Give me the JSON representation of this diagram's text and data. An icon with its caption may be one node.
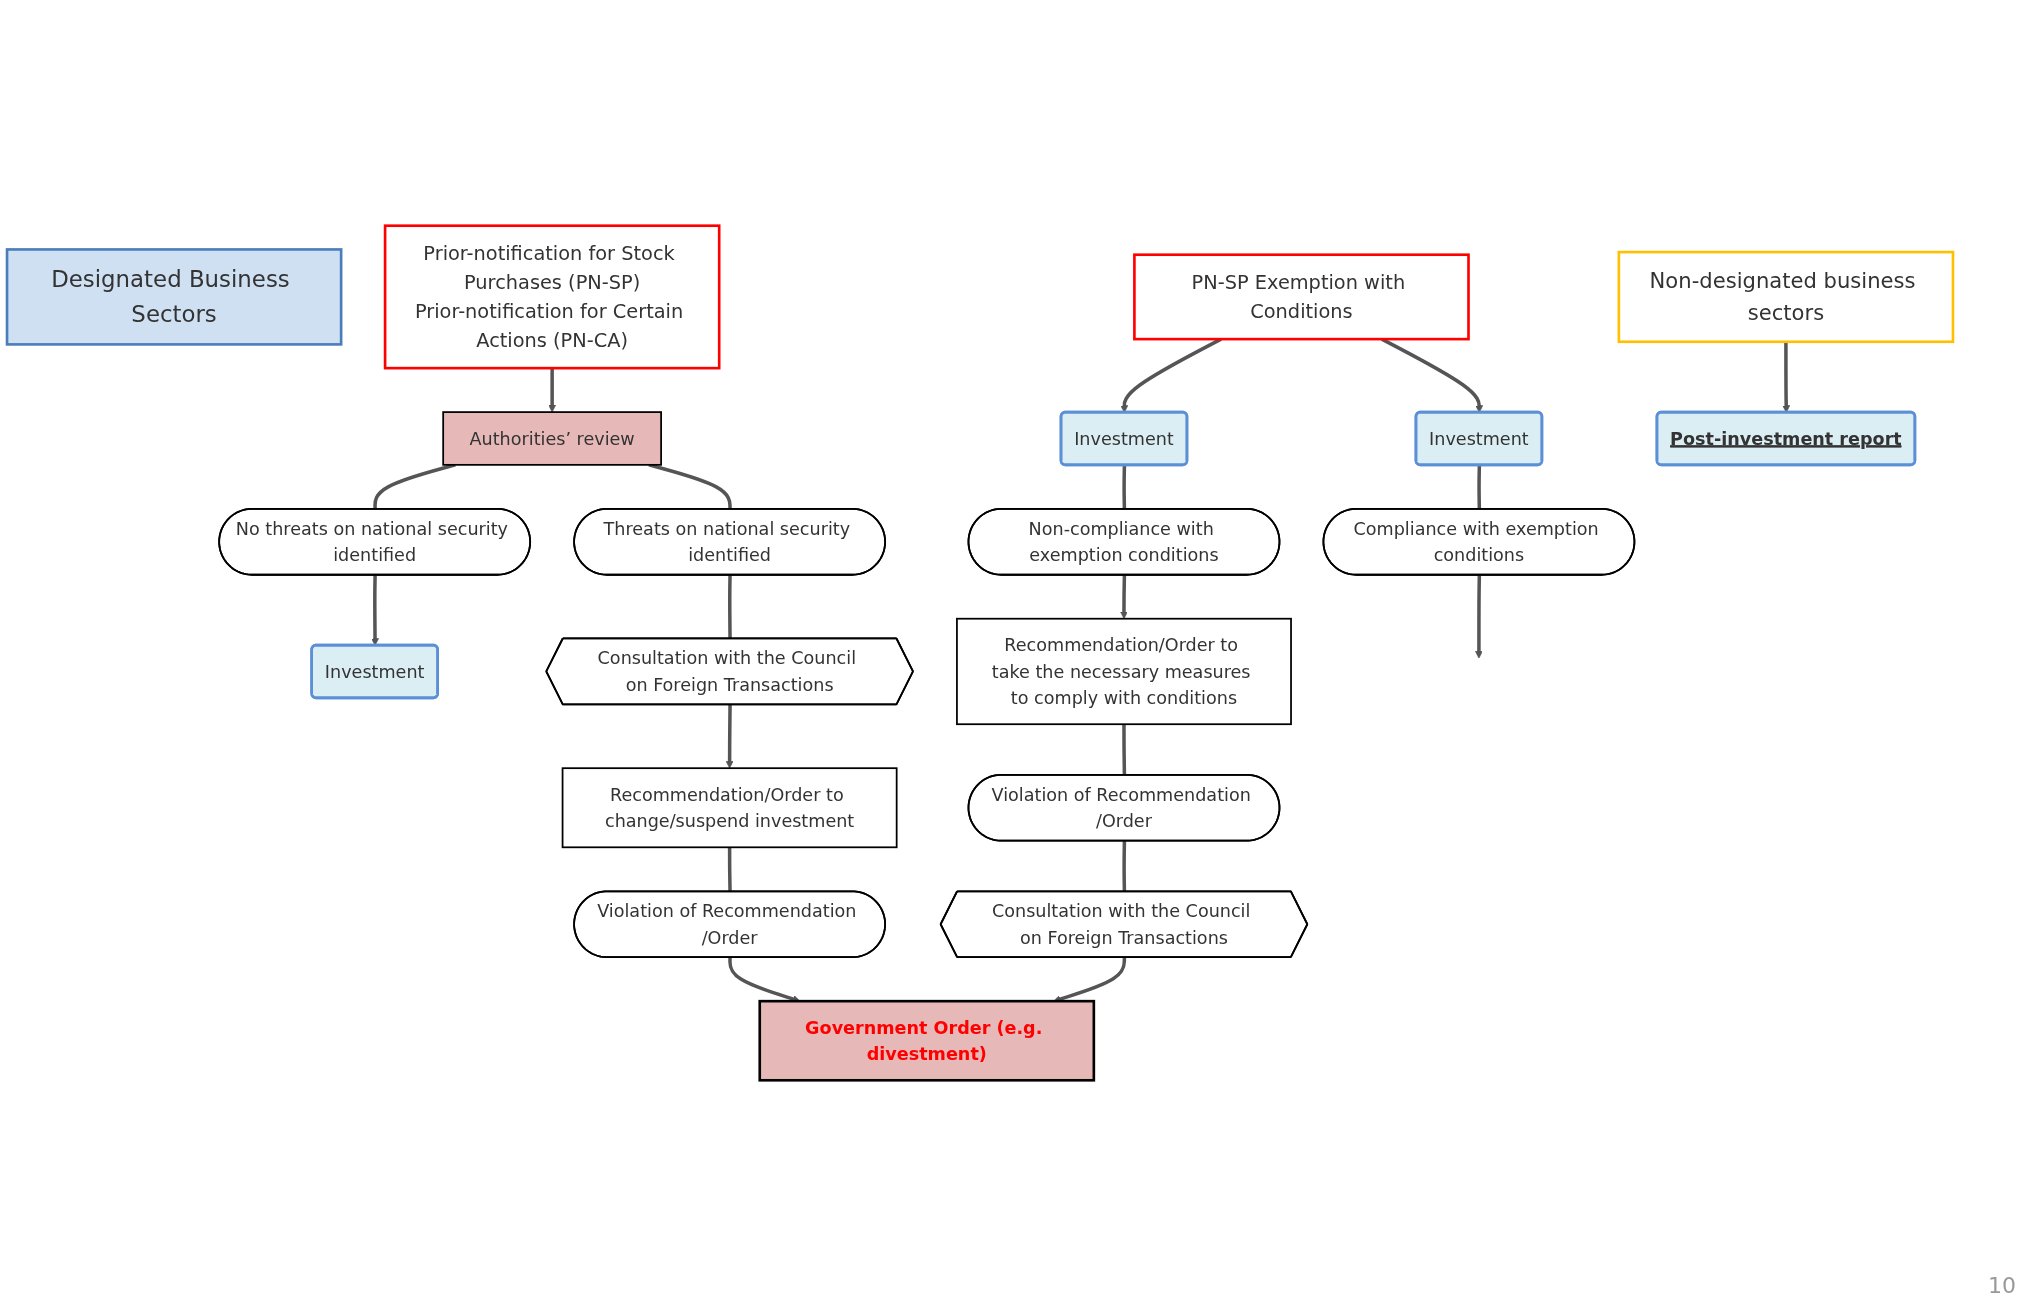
{
  "diagram": {
    "nodes": [
      {
        "text": [
          "Designated Business Sectors"
        ]
      },
      {
        "text": [
          "Non-designated business sectors"
        ]
      },
      {
        "text": [
          "Prior-notification for Stock Purchases (PN-SP)",
          "Prior-notification for Certain Actions (PN-CA)"
        ]
      },
      {
        "text": [
          "Authorities’ review"
        ]
      },
      {
        "text": [
          "No threats on national security identified"
        ]
      },
      {
        "text": [
          "Threats on national security identified"
        ]
      },
      {
        "text": [
          "Investment"
        ]
      },
      {
        "text": [
          "Consultation with the Council on Foreign Transactions"
        ]
      },
      {
        "text": [
          "Recommendation/Order to change/suspend investment"
        ]
      },
      {
        "text": [
          "Violation of Recommendation /Order"
        ]
      },
      {
        "text": [
          "PN-SP Exemption with Conditions"
        ]
      },
      {
        "text": [
          "Investment"
        ]
      },
      {
        "text": [
          "Investment"
        ]
      },
      {
        "text": [
          "Non-compliance with exemption conditions"
        ]
      },
      {
        "text": [
          "Compliance with exemption conditions"
        ]
      },
      {
        "text": [
          "Recommendation/Order to take the necessary measures to comply with conditions"
        ]
      },
      {
        "text": [
          "Violation of Recommendation /Order"
        ]
      },
      {
        "text": [
          "Consultation with the Council on Foreign Transactions"
        ]
      },
      {
        "text": [
          "Government Order (e.g. divestment)"
        ]
      },
      {
        "text": [
          "Post-investment report"
        ]
      }
    ],
    "edges": [
      {
        "from": 2,
        "to": 3,
        "arrow": "to"
      },
      {
        "from": 3,
        "to": 4,
        "arrow": "none"
      },
      {
        "from": 3,
        "to": 5,
        "arrow": "none"
      },
      {
        "from": 4,
        "to": 6,
        "arrow": "to"
      },
      {
        "from": 5,
        "to": 7,
        "arrow": "none"
      },
      {
        "from": 7,
        "to": 8,
        "arrow": "to"
      },
      {
        "from": 8,
        "to": 9,
        "arrow": "none"
      },
      {
        "from": 9,
        "to": 18,
        "arrow": "to"
      },
      {
        "from": 10,
        "to": 11,
        "arrow": "to"
      },
      {
        "from": 10,
        "to": 12,
        "arrow": "to"
      },
      {
        "from": 11,
        "to": 13,
        "arrow": "none"
      },
      {
        "from": 13,
        "to": 15,
        "arrow": "to"
      },
      {
        "from": 15,
        "to": 16,
        "arrow": "none"
      },
      {
        "from": 16,
        "to": 17,
        "arrow": "none"
      },
      {
        "from": 17,
        "to": 18,
        "arrow": "to"
      },
      {
        "from": 12,
        "to": 14,
        "arrow": "none"
      },
      {
        "from": 14,
        "to": null,
        "arrow": "to"
      },
      {
        "from": 1,
        "to": 19,
        "arrow": "to"
      }
    ],
    "labels": [
      "10"
    ]
  }
}
